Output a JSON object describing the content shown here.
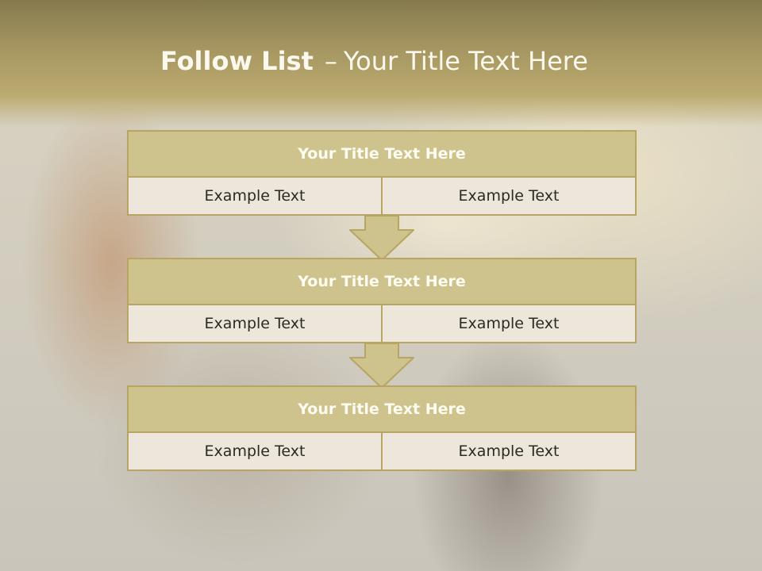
{
  "slide": {
    "title_bold": "Follow List",
    "title_dash": "–",
    "title_rest": "Your Title Text Here"
  },
  "blocks": [
    {
      "header": "Your Title Text Here",
      "left": "Example Text",
      "right": "Example Text"
    },
    {
      "header": "Your Title Text Here",
      "left": "Example Text",
      "right": "Example Text"
    },
    {
      "header": "Your Title Text Here",
      "left": "Example Text",
      "right": "Example Text"
    }
  ],
  "colors": {
    "accent": "#b7a563",
    "header_fill": "#cfc38d",
    "cell_fill": "#ece7da"
  }
}
